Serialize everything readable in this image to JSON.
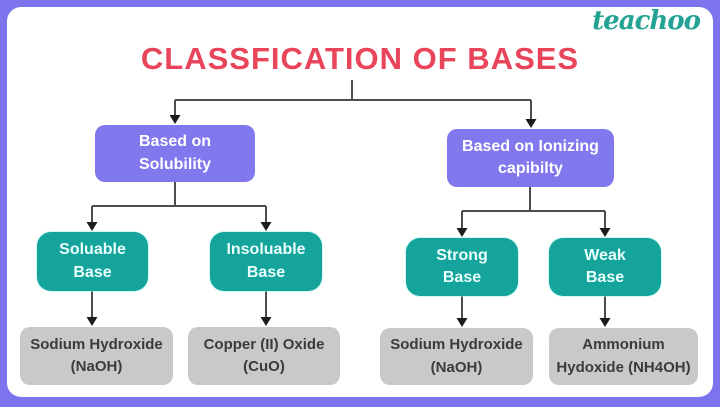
{
  "page": {
    "title": "CLASSFICATION OF BASES",
    "logo": "teachoo"
  },
  "colors": {
    "frame_border": "#7b74ec",
    "category_box": "#8178ee",
    "type_box": "#14a49b",
    "example_box": "#c9c9c9",
    "title_text": "#e8445a",
    "logo_text": "#23a393",
    "connector_line": "#4d4d4d",
    "arrowhead": "#1c1c1c"
  },
  "diagram": {
    "level1": [
      {
        "label": "Based on\nSolubility"
      },
      {
        "label": "Based on Ionizing\ncapibilty"
      }
    ],
    "level2": [
      {
        "label": "Soluable\nBase"
      },
      {
        "label": "Insoluable\nBase"
      },
      {
        "label": "Strong\nBase"
      },
      {
        "label": "Weak\nBase"
      }
    ],
    "level3": [
      {
        "label": "Sodium Hydroxide\n(NaOH)"
      },
      {
        "label": "Copper (II) Oxide\n(CuO)"
      },
      {
        "label": "Sodium Hydroxide\n(NaOH)"
      },
      {
        "label": "Ammonium\nHydoxide (NH4OH)"
      }
    ]
  }
}
